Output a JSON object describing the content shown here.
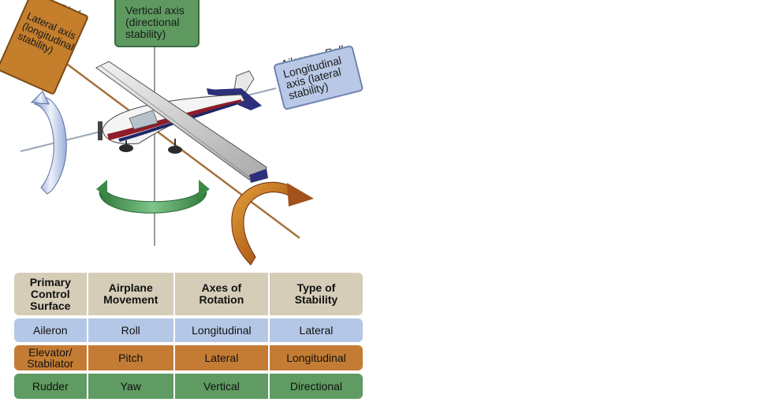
{
  "labels": {
    "vertical": [
      "Vertical axis",
      "(directional",
      "stability)"
    ],
    "lateral": [
      "Lateral axis",
      "(longitudinal",
      "stability)"
    ],
    "elevator_pitch": "vator—Pitch",
    "longitudinal": [
      "Longitudinal",
      "axis (lateral",
      "stability)"
    ],
    "aileron_roll": "Aileron—Roll"
  },
  "table": {
    "headers": [
      [
        "Primary",
        "Control",
        "Surface"
      ],
      [
        "Airplane",
        "Movement"
      ],
      [
        "Axes of",
        "Rotation"
      ],
      [
        "Type of",
        "Stability"
      ]
    ],
    "rows": [
      {
        "surface": [
          "Aileron"
        ],
        "movement": "Roll",
        "axis": "Longitudinal",
        "stability": "Lateral"
      },
      {
        "surface": [
          "Elevator/",
          "Stabilator"
        ],
        "movement": "Pitch",
        "axis": "Lateral",
        "stability": "Longitudinal"
      },
      {
        "surface": [
          "Rudder"
        ],
        "movement": "Yaw",
        "axis": "Vertical",
        "stability": "Directional"
      }
    ]
  },
  "colors": {
    "vertical": "#5e9a60",
    "lateral": "#c47e2c",
    "longitudinal": "#b9c8e6",
    "header": "#d5cdb7"
  }
}
